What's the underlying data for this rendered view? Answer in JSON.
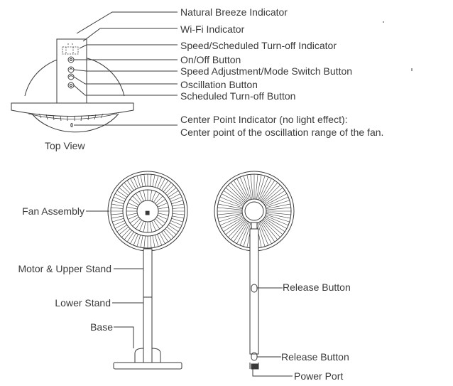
{
  "top_view": {
    "caption": "Top View",
    "callouts": {
      "natural_breeze": "Natural Breeze Indicator",
      "wifi": "Wi-Fi Indicator",
      "speed_scheduled": "Speed/Scheduled Turn-off Indicator",
      "on_off": "On/Off Button",
      "speed_mode": "Speed Adjustment/Mode Switch Button",
      "oscillation": "Oscillation Button",
      "scheduled_off": "Scheduled Turn-off Button",
      "center_point_line1": "Center Point Indicator (no light effect):",
      "center_point_line2": "Center point of the oscillation range of the fan."
    }
  },
  "front_view": {
    "callouts": {
      "fan_assembly": "Fan Assembly",
      "motor_upper_stand": "Motor & Upper Stand",
      "lower_stand": "Lower Stand",
      "base": "Base"
    }
  },
  "back_view": {
    "callouts": {
      "release_upper": "Release Button",
      "release_lower": "Release Button",
      "power_port": "Power Port"
    }
  },
  "colors": {
    "line": "#3a3a3a",
    "background": "#ffffff"
  }
}
